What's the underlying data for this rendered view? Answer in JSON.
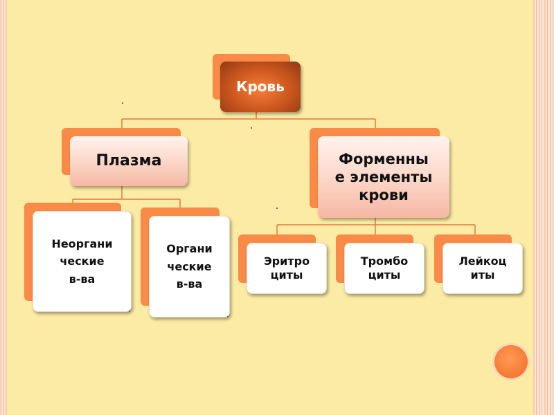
{
  "diagram": {
    "root": {
      "label": "Кровь"
    },
    "plasma": {
      "label": "Плазма"
    },
    "formed": {
      "label": "Форменны\nе элементы\nкрови"
    },
    "inorganic": {
      "label": "Неоргани\nческие\nв-ва"
    },
    "organic": {
      "label": "Органи\nческие\nв-ва"
    },
    "erythro": {
      "label": "Эритро\nциты"
    },
    "thrombo": {
      "label": "Тромбо\nциты"
    },
    "leuko": {
      "label": "Лейкоц\nиты"
    }
  },
  "colors": {
    "background": "#fbeba4",
    "accent": "#f98a48",
    "root_fill": "#c9551d",
    "line": "#e07a40"
  }
}
